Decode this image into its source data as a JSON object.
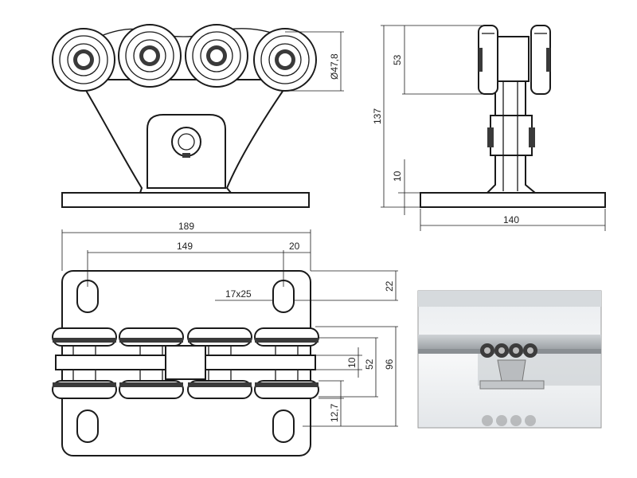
{
  "dimensions": {
    "roller_diameter": "Ø47,8",
    "total_height": "137",
    "roller_height": "53",
    "plate_thickness": "10",
    "side_plate_width": "140",
    "plate_length": "189",
    "hole_spacing": "149",
    "hole_edge_offset": "20",
    "slot_size": "17x25",
    "slot_edge_offset": "22",
    "axle_width": "10",
    "roller_span": "52",
    "plate_width": "96",
    "roller_offset": "12,7"
  },
  "colors": {
    "line": "#1a1a1a",
    "photo_track": "#b9bcc0",
    "photo_bg": "#dfe3e6"
  }
}
